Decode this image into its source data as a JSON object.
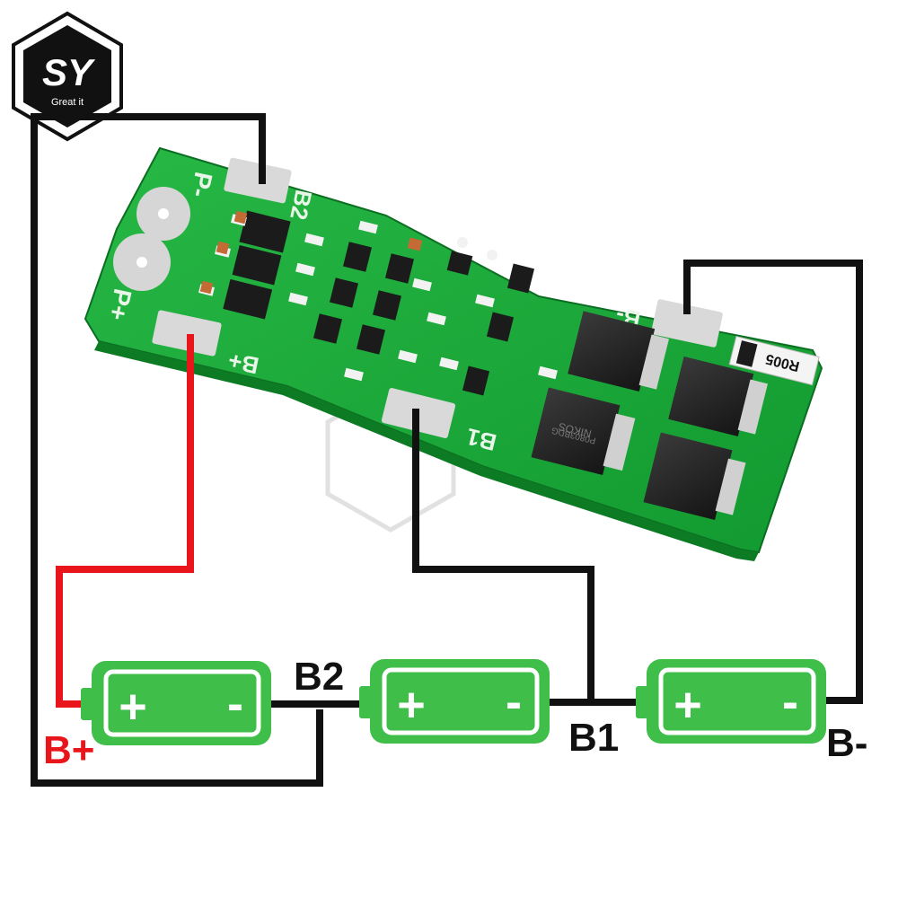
{
  "logo": {
    "text": "SY",
    "tagline": "Great it"
  },
  "board": {
    "pads": {
      "p_minus": "P-",
      "p_plus": "P+",
      "b_plus": "B+",
      "b2": "B2",
      "b1": "B1",
      "b_minus": "B-"
    },
    "resistor_code": "R005",
    "mosfet_texts": [
      "NIKOS",
      "P0803BDG"
    ]
  },
  "cells": [
    {
      "plus": "+",
      "minus": "-"
    },
    {
      "plus": "+",
      "minus": "-"
    },
    {
      "plus": "+",
      "minus": "-"
    }
  ],
  "labels": {
    "b_plus": "B+",
    "b2": "B2",
    "b1": "B1",
    "b_minus": "B-"
  },
  "colors": {
    "wire_black": "#111111",
    "wire_red": "#e8151b",
    "battery_green": "#3fbf4a",
    "board_green": "#1ea83a",
    "label_red": "#e8151b",
    "label_black": "#111111"
  }
}
